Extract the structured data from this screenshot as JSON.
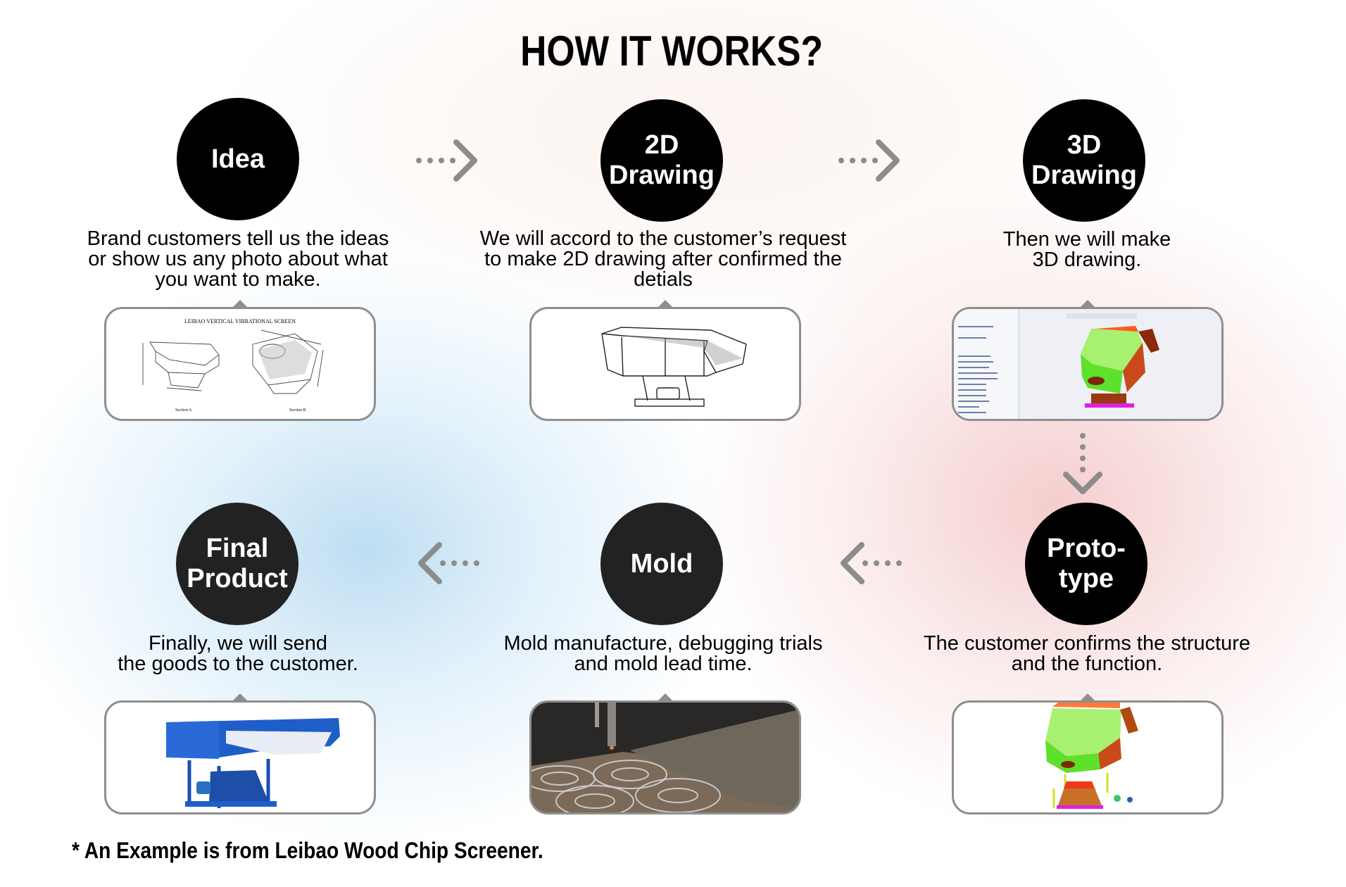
{
  "title": "HOW IT WORKS?",
  "colors": {
    "circle_fill": "#000000",
    "circle_fill_dark": "#222222",
    "circle_text": "#ffffff",
    "arrow": "#8c8c8c",
    "box_border": "#8e8e8e",
    "accent_blue": "#b2d8f0",
    "accent_pink": "#f3c4c4"
  },
  "steps": [
    {
      "id": "idea",
      "label": "Idea",
      "description": "Brand customers tell us the ideas\nor show us any photo about what\nyou want to make.",
      "image": {
        "kind": "2d-technical-sketch",
        "title": "LEIBAO VERTICAL VIBRATIONAL SCREEN",
        "section_a": "Section A",
        "section_b": "Section B"
      }
    },
    {
      "id": "2d-drawing",
      "label": "2D\nDrawing",
      "description": "We will accord to the customer’s request\nto make 2D drawing after confirmed the\ndetials",
      "image": {
        "kind": "line-drawing-screener"
      }
    },
    {
      "id": "3d-drawing",
      "label": "3D\nDrawing",
      "description": "Then we will make\n3D drawing.",
      "image": {
        "kind": "cad-software-screenshot"
      }
    },
    {
      "id": "prototype",
      "label": "Proto-\ntype",
      "description": "The customer confirms the structure\nand the function.",
      "image": {
        "kind": "exploded-3d-model"
      }
    },
    {
      "id": "mold",
      "label": "Mold",
      "description": "Mold manufacture, debugging trials\nand mold lead time.",
      "image": {
        "kind": "cutting-machine-photo"
      }
    },
    {
      "id": "final-product",
      "label": "Final\nProduct",
      "description": "Finally, we will send\nthe goods to the customer.",
      "image": {
        "kind": "blue-screener-photo"
      }
    }
  ],
  "arrows": [
    {
      "from": "idea",
      "to": "2d-drawing",
      "direction": "right",
      "icon": "dotted-chevron-right-icon"
    },
    {
      "from": "2d-drawing",
      "to": "3d-drawing",
      "direction": "right",
      "icon": "dotted-chevron-right-icon"
    },
    {
      "from": "3d-drawing",
      "to": "prototype",
      "direction": "down",
      "icon": "dotted-chevron-down-icon"
    },
    {
      "from": "prototype",
      "to": "mold",
      "direction": "left",
      "icon": "dotted-chevron-left-icon"
    },
    {
      "from": "mold",
      "to": "final-product",
      "direction": "left",
      "icon": "dotted-chevron-left-icon"
    }
  ],
  "footnote": "* An Example is from Leibao Wood Chip Screener."
}
